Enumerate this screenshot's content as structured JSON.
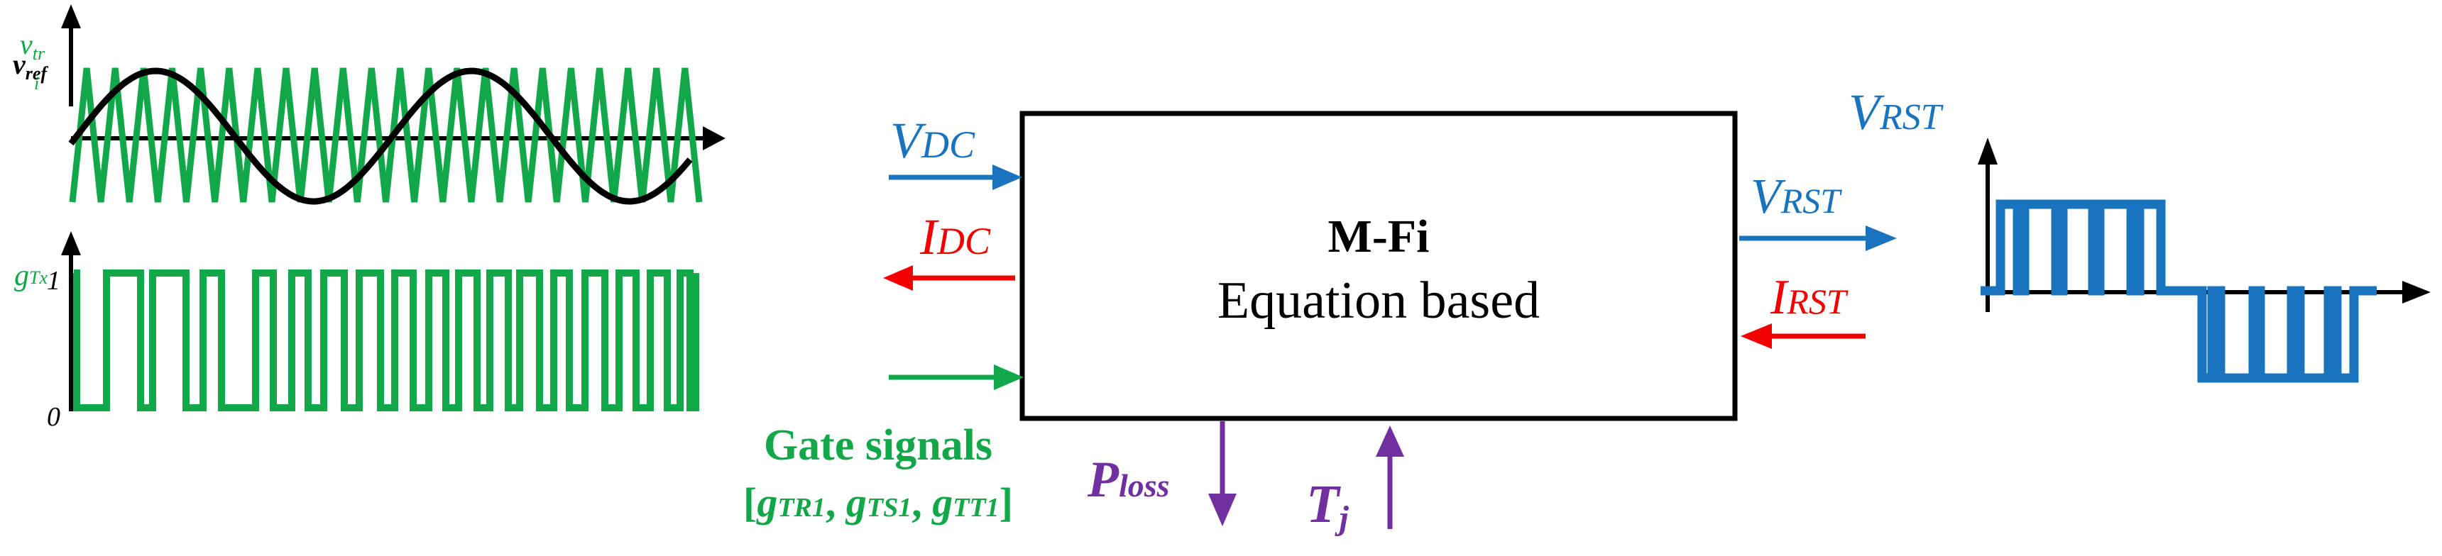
{
  "colors": {
    "green": "#12A84A",
    "black": "#000000",
    "blue": "#1A73BD",
    "red": "#F20000",
    "purple": "#7030A0"
  },
  "block": {
    "title": "M-Fi",
    "subtitle": "Equation based"
  },
  "left_top_plot": {
    "label_carrier_main": "v",
    "label_carrier_sub": "tr",
    "label_ref_main": "v",
    "label_ref_sub": "ref",
    "label_index": "i"
  },
  "left_bottom_plot": {
    "label_gate_main": "g",
    "label_gate_sub": "Tx",
    "tick_high": "1",
    "tick_low": "0"
  },
  "inputs": {
    "vdc_main": "V",
    "vdc_sub": "DC",
    "idc_main": "I",
    "idc_sub": "DC",
    "gate_title": "Gate signals",
    "gate_open": "[",
    "g1_main": "g",
    "g1_sub": "TR1",
    "g2_main": "g",
    "g2_sub": "TS1",
    "g3_main": "g",
    "g3_sub": "TT1",
    "sep": ",",
    "gate_close": "]"
  },
  "bottom": {
    "ploss_main": "P",
    "ploss_sub": "loss",
    "tj_main": "T",
    "tj_sub": "j"
  },
  "outputs": {
    "vrst_main": "V",
    "vrst_sub": "RST",
    "irst_main": "I",
    "irst_sub": "RST"
  },
  "right_plot": {
    "label_main": "V",
    "label_sub": "RST"
  }
}
